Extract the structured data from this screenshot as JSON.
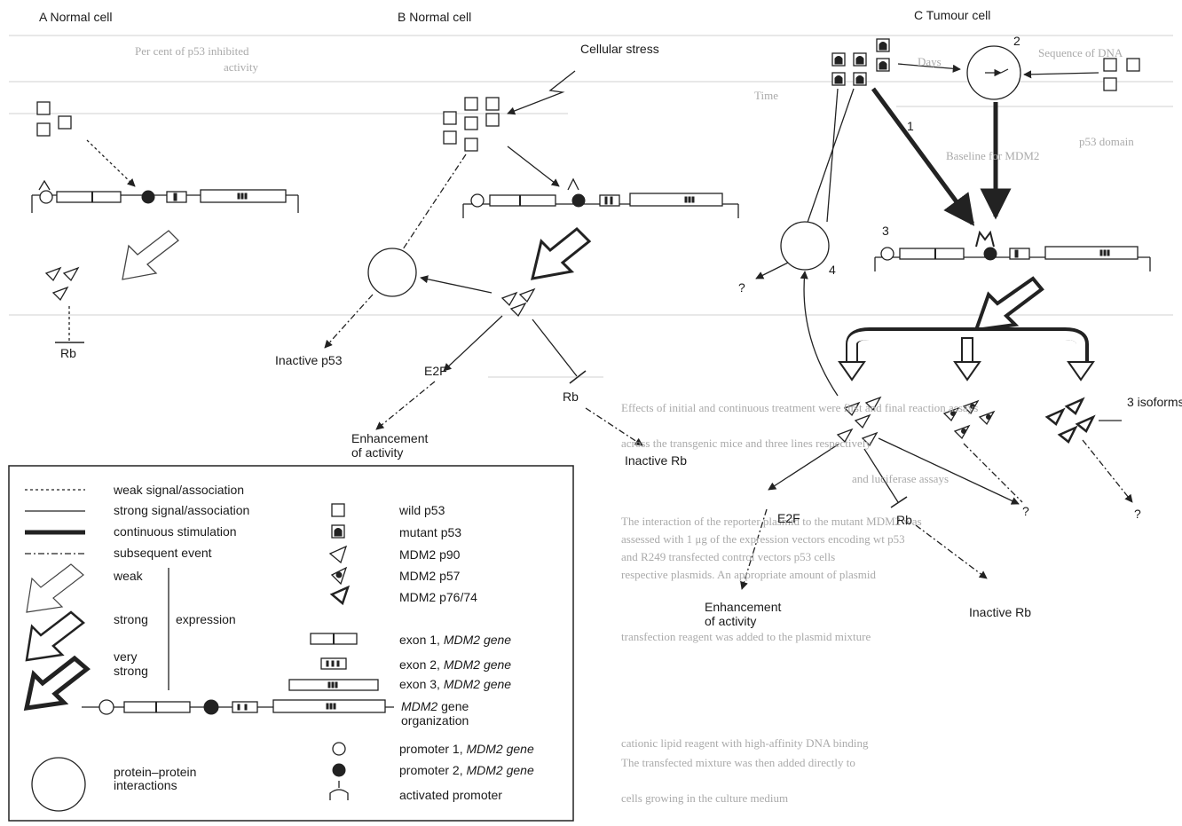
{
  "panels": {
    "a": {
      "title": "A Normal cell"
    },
    "b": {
      "title": "B Normal cell"
    },
    "c": {
      "title": "C Tumour cell"
    }
  },
  "labels": {
    "rb_a": "Rb",
    "cellular_stress": "Cellular stress",
    "inactive_p53": "Inactive p53",
    "e2f_b": "E2F",
    "rb_b": "Rb",
    "enhancement_b_1": "Enhancement",
    "enhancement_b_2": "of activity",
    "inactive_rb_b": "Inactive Rb",
    "num_1": "1",
    "num_2": "2",
    "num_3": "3",
    "num_4": "4",
    "q_c1": "?",
    "q_c2": "?",
    "q_c3": "?",
    "three_isoforms": "3 isoforms",
    "e2f_c": "E2F",
    "rb_c": "Rb",
    "enhancement_c_1": "Enhancement",
    "enhancement_c_2": "of activity",
    "inactive_rb_c": "Inactive Rb"
  },
  "legend": {
    "weak_signal": "weak signal/association",
    "strong_signal": "strong signal/association",
    "continuous": "continuous stimulation",
    "subsequent": "subsequent event",
    "weak": "weak",
    "strong": "strong",
    "expression": "expression",
    "very": "very",
    "very_strong": "strong",
    "wild_p53": "wild p53",
    "mutant_p53": "mutant p53",
    "mdm2_p90": "MDM2 p90",
    "mdm2_p57": "MDM2 p57",
    "mdm2_p76": "MDM2 p76/74",
    "exon1": "exon 1, ",
    "exon2": "exon 2, ",
    "exon3": "exon 3, ",
    "mdm2_gene": "MDM2 gene",
    "mdm2": "MDM2",
    "gene_org_1": " gene",
    "gene_org_2": "organization",
    "promoter1": "promoter 1, ",
    "promoter2": "promoter 2, ",
    "activated_promoter": "activated promoter",
    "ppi_1": "protein–protein",
    "ppi_2": "interactions"
  },
  "background_text": {
    "r1": "Sequence of DNA",
    "r2": "Days",
    "r3": "Per cent of p53 inhibited",
    "r4": "activity",
    "r5": "Time",
    "r6": "p53 domain",
    "r7": "Baseline for MDM2",
    "p1": "Effects of initial and continuous treatment were first and final reaction assays",
    "p2": "across the transgenic mice and three lines respectively",
    "p3": "and luciferase assays",
    "p4": "The interaction of the reporter plasmid to the mutant MDM2 was",
    "p5": "assessed with 1 μg of the expression vectors encoding wt p53",
    "p6": "and R249 transfected control vectors p53 cells",
    "p7": "respective plasmids. An appropriate amount of plasmid",
    "p8": "transfection reagent was added to the plasmid mixture",
    "p9": "cationic lipid reagent with high-affinity DNA binding",
    "p10": "The transfected mixture was then added directly to",
    "p11": "cells growing in the culture medium"
  },
  "colors": {
    "ink": "#1a1a1a",
    "faint": "#aaaaaa",
    "stroke": "#222222"
  }
}
